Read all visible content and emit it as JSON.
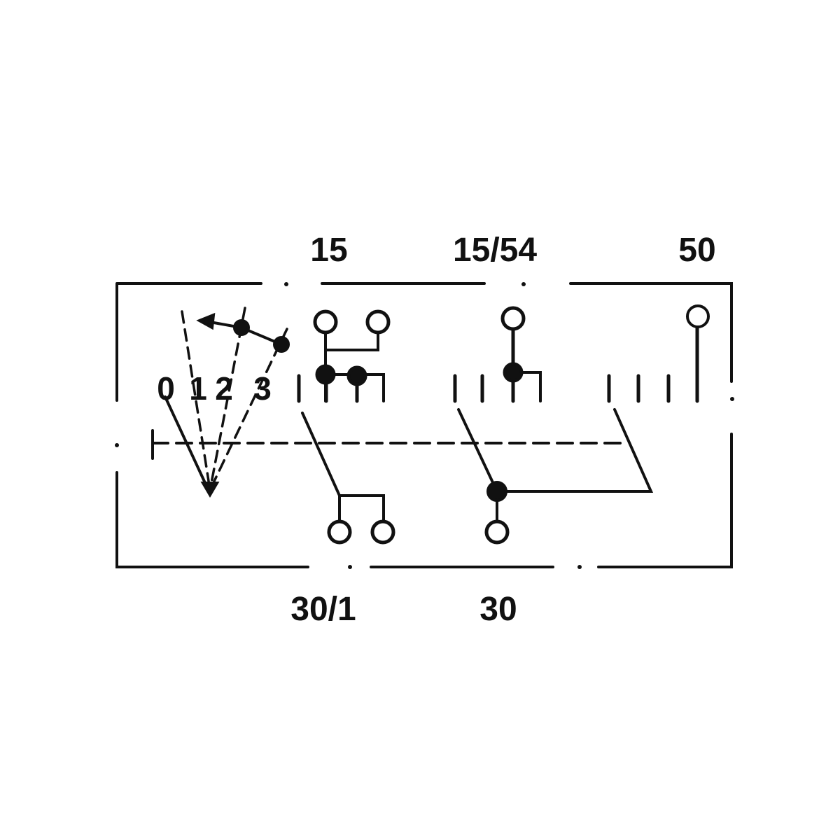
{
  "terminals": {
    "top": [
      "15",
      "15/54",
      "50"
    ],
    "bottom": [
      "30/1",
      "30"
    ]
  },
  "switch_positions": [
    "0",
    "1",
    "2",
    "3"
  ],
  "colors": {
    "ink": "#111111",
    "background": "#ffffff"
  }
}
